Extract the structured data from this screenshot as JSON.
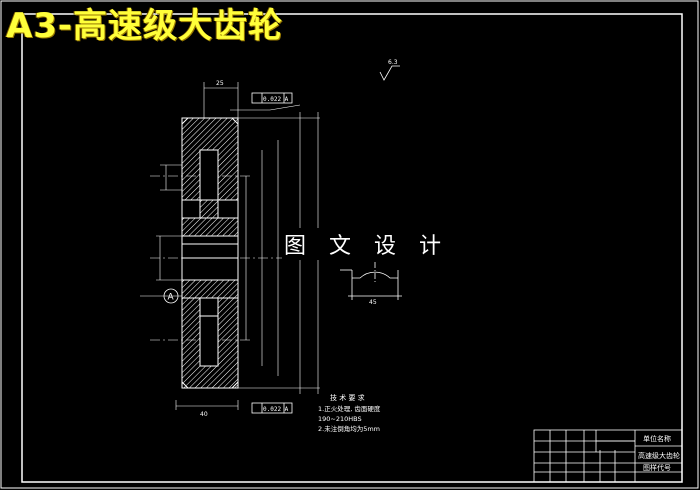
{
  "title": "A3-高速级大齿轮",
  "watermark": "图 文 设 计",
  "datum_label": "A",
  "tolerance_frames": {
    "top": "0.022 A",
    "bottom": "0.022 A"
  },
  "roughness_top": "6.3",
  "dimension_labels": {
    "top_width": "25",
    "key_width": "45",
    "bottom_width": "40"
  },
  "technical_requirements": {
    "heading": "技 术 要 求",
    "lines": [
      "1.正火处理, 齿面硬度",
      "190~210HBS",
      "2.未注倒角均为5mm"
    ]
  },
  "title_block": {
    "unit_name": "单位名称",
    "part_name": "高速级大齿轮",
    "drawing_no": "图样代号"
  },
  "colors": {
    "background": "#000000",
    "line": "#ffffff",
    "title": "#ffff3a"
  }
}
